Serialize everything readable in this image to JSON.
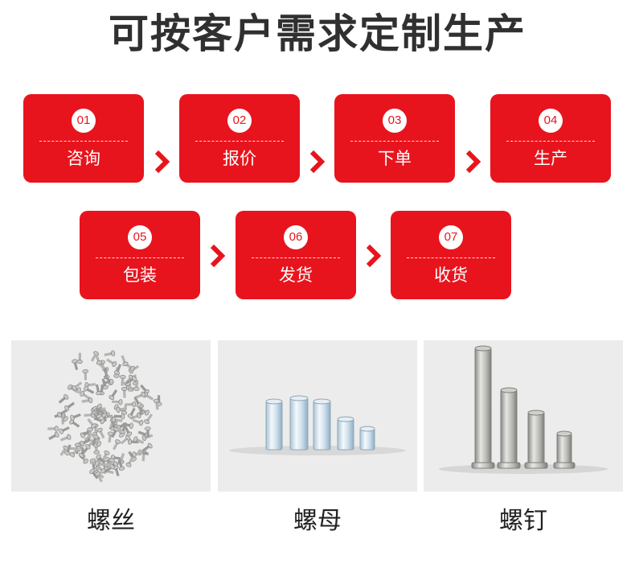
{
  "title": "可按客户需求定制生产",
  "steps": [
    {
      "num": "01",
      "label": "咨询"
    },
    {
      "num": "02",
      "label": "报价"
    },
    {
      "num": "03",
      "label": "下单"
    },
    {
      "num": "04",
      "label": "生产"
    },
    {
      "num": "05",
      "label": "包装"
    },
    {
      "num": "06",
      "label": "发货"
    },
    {
      "num": "07",
      "label": "收货"
    }
  ],
  "products": [
    {
      "name": "螺丝"
    },
    {
      "name": "螺母"
    },
    {
      "name": "螺钉"
    }
  ],
  "colors": {
    "accent": "#e8141d",
    "text": "#303030",
    "photo_bg": "#ececec"
  },
  "icons": [
    "chevron-right-icon"
  ]
}
